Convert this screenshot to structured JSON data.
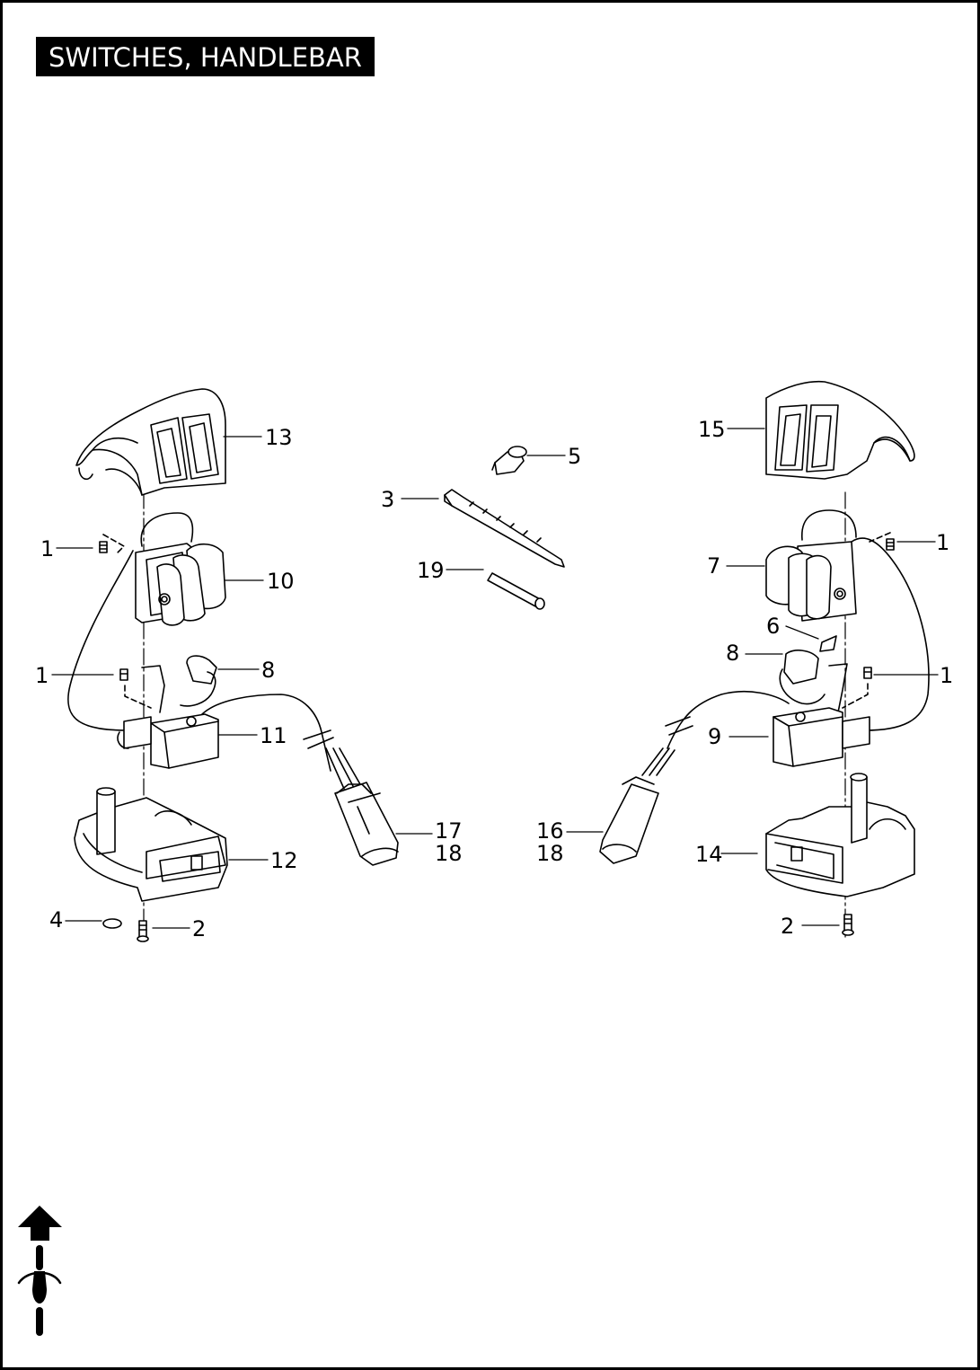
{
  "title": "SWITCHES, HANDLEBAR",
  "callouts": {
    "c13": "13",
    "c1a": "1",
    "c10": "10",
    "c1b": "1",
    "c8a": "8",
    "c11": "11",
    "c12": "12",
    "c4": "4",
    "c2a": "2",
    "c5": "5",
    "c3": "3",
    "c19": "19",
    "c17": "17",
    "c18a": "18",
    "c16": "16",
    "c18b": "18",
    "c15": "15",
    "c1c": "1",
    "c7": "7",
    "c6": "6",
    "c8b": "8",
    "c1d": "1",
    "c9": "9",
    "c14": "14",
    "c2b": "2"
  },
  "icons": {
    "front_arrow": "front-direction-arrow-icon",
    "motorcycle": "motorcycle-top-view-icon"
  }
}
